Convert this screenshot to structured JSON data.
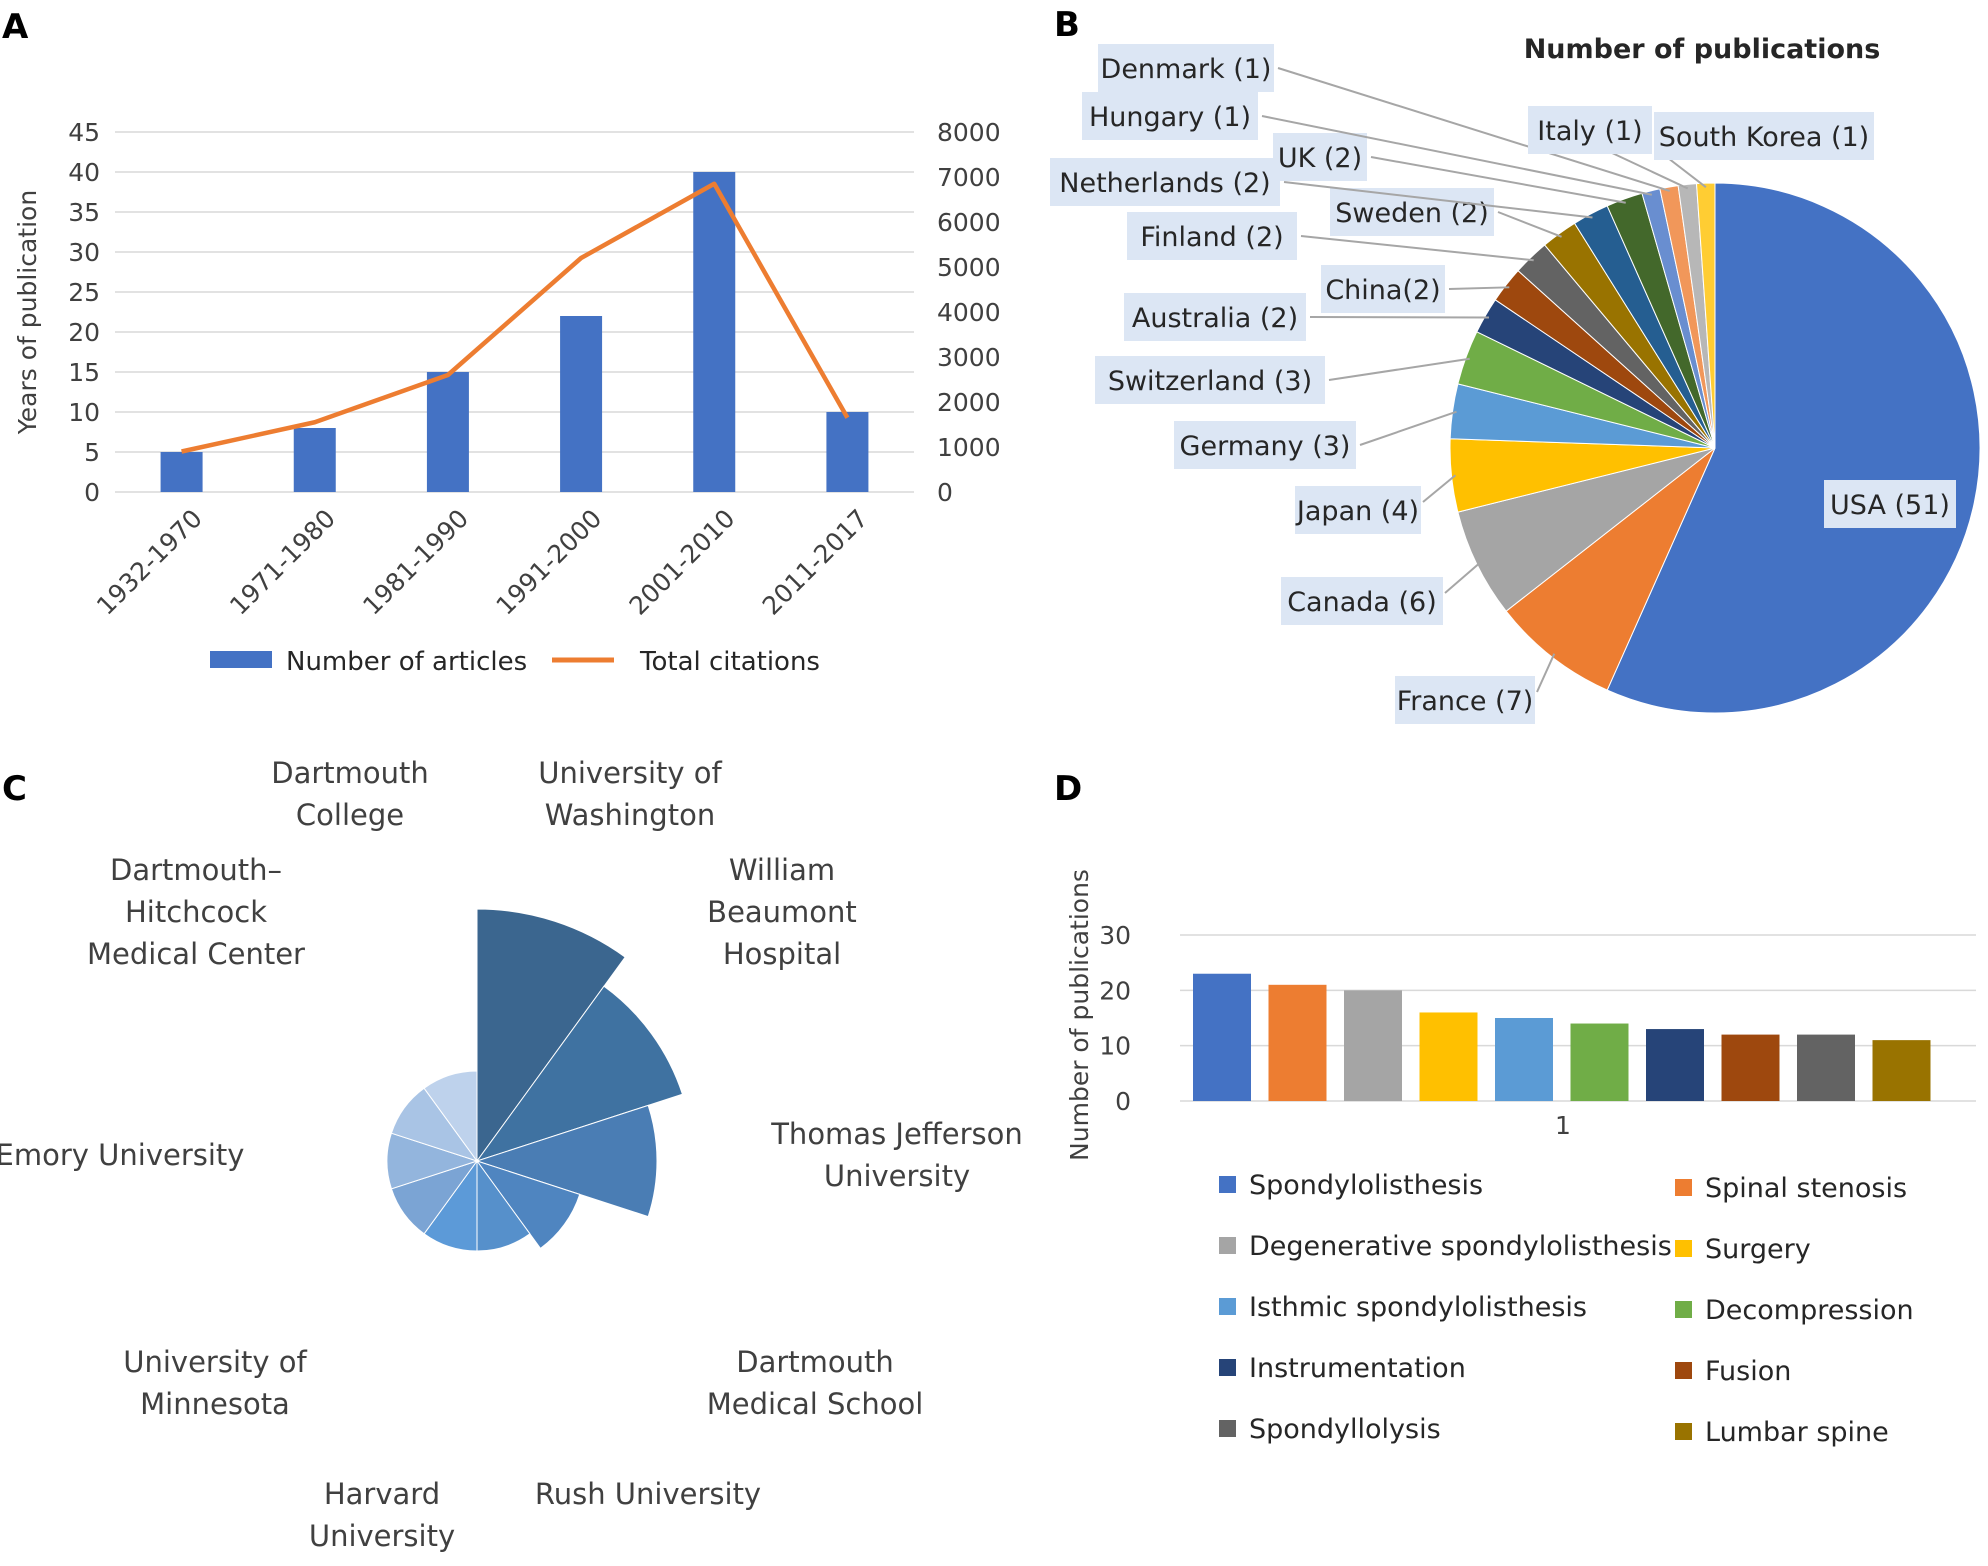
{
  "panels": {
    "a": "A",
    "b": "B",
    "c": "C",
    "d": "D"
  },
  "colors": {
    "bar_blue": "#4472C4",
    "line_orange": "#ED7D31",
    "grid": "#D9D9D9",
    "axis_text": "#404040",
    "label_box_fill": "#DCE6F4",
    "leader": "#A6A6A6"
  },
  "chart_data": [
    {
      "type": "bar",
      "panel": "A",
      "categories": [
        "1932-1970",
        "1971-1980",
        "1981-1990",
        "1991-2000",
        "2001-2010",
        "2011-2017"
      ],
      "series": [
        {
          "name": "Number of articles",
          "kind": "bar",
          "axis": "left",
          "color": "#4472C4",
          "values": [
            5,
            8,
            15,
            22,
            40,
            10
          ]
        },
        {
          "name": "Total citations",
          "kind": "line",
          "axis": "right",
          "color": "#ED7D31",
          "values": [
            900,
            1550,
            2600,
            5200,
            6850,
            1650
          ]
        }
      ],
      "ylabel": "Years of publication",
      "ylim": [
        0,
        45
      ],
      "yticks": [
        "0",
        "5",
        "10",
        "15",
        "20",
        "25",
        "30",
        "35",
        "40",
        "45"
      ],
      "y2lim": [
        0,
        8000
      ],
      "y2ticks": [
        "0",
        "1000",
        "2000",
        "3000",
        "4000",
        "5000",
        "6000",
        "7000",
        "8000"
      ],
      "grid": true,
      "legend": "bottom"
    },
    {
      "type": "pie",
      "panel": "B",
      "title": "Number of publications",
      "slices": [
        {
          "label": "USA (51)",
          "value": 51,
          "color": "#4472C4"
        },
        {
          "label": "France (7)",
          "value": 7,
          "color": "#ED7D31"
        },
        {
          "label": "Canada (6)",
          "value": 6,
          "color": "#A5A5A5"
        },
        {
          "label": "Japan (4)",
          "value": 4,
          "color": "#FFC000"
        },
        {
          "label": "Germany (3)",
          "value": 3,
          "color": "#5B9BD5"
        },
        {
          "label": "Switzerland (3)",
          "value": 3,
          "color": "#70AD47"
        },
        {
          "label": "Australia (2)",
          "value": 2,
          "color": "#264478"
        },
        {
          "label": "China(2)",
          "value": 2,
          "color": "#9E480E"
        },
        {
          "label": "Finland (2)",
          "value": 2,
          "color": "#636363"
        },
        {
          "label": "Sweden (2)",
          "value": 2,
          "color": "#997300"
        },
        {
          "label": "Netherlands (2)",
          "value": 2,
          "color": "#255E91"
        },
        {
          "label": "UK (2)",
          "value": 2,
          "color": "#43682B"
        },
        {
          "label": "Hungary (1)",
          "value": 1,
          "color": "#698ED0"
        },
        {
          "label": "Denmark (1)",
          "value": 1,
          "color": "#F1975A"
        },
        {
          "label": "Italy (1)",
          "value": 1,
          "color": "#B7B7B7"
        },
        {
          "label": "South Korea (1)",
          "value": 1,
          "color": "#FFCD33"
        }
      ]
    },
    {
      "type": "pie",
      "subtype": "rose",
      "panel": "C",
      "slices": [
        {
          "label": "University of Washington",
          "value": 7,
          "color": "#3B668F"
        },
        {
          "label": "William Beaumont Hospital",
          "value": 6,
          "color": "#3F72A1"
        },
        {
          "label": "Thomas Jefferson University",
          "value": 5,
          "color": "#4A7DB4"
        },
        {
          "label": "Dartmouth Medical School",
          "value": 3,
          "color": "#4F85C0"
        },
        {
          "label": "Rush University",
          "value": 2.5,
          "color": "#5690CB"
        },
        {
          "label": "Harvard University",
          "value": 2.5,
          "color": "#5C9AD8"
        },
        {
          "label": "University of Minnesota",
          "value": 2.5,
          "color": "#7BA4D4"
        },
        {
          "label": "Emory University",
          "value": 2.5,
          "color": "#93B5DD"
        },
        {
          "label": "Dartmouth–Hitchcock Medical Center",
          "value": 2.5,
          "color": "#A9C4E5"
        },
        {
          "label": "Dartmouth College",
          "value": 2.5,
          "color": "#BED2EC"
        }
      ],
      "label_lines": [
        [
          "Dartmouth",
          "College"
        ],
        [
          "University of",
          "Washington"
        ],
        [
          "Dartmouth–",
          "Hitchcock",
          "Medical Center"
        ],
        [
          "William",
          "Beaumont",
          "Hospital"
        ],
        [
          "Emory University"
        ],
        [
          "Thomas Jefferson",
          "University"
        ],
        [
          "University of",
          "Minnesota"
        ],
        [
          "Dartmouth",
          "Medical School"
        ],
        [
          "Harvard",
          "University"
        ],
        [
          "Rush University"
        ]
      ]
    },
    {
      "type": "bar",
      "panel": "D",
      "categories": [
        "1"
      ],
      "series": [
        {
          "name": "Spondylolisthesis",
          "values": [
            23
          ],
          "color": "#4472C4"
        },
        {
          "name": "Spinal stenosis",
          "values": [
            21
          ],
          "color": "#ED7D31"
        },
        {
          "name": "Degenerative spondylolisthesis",
          "values": [
            20
          ],
          "color": "#A5A5A5"
        },
        {
          "name": "Surgery",
          "values": [
            16
          ],
          "color": "#FFC000"
        },
        {
          "name": "Isthmic spondylolisthesis",
          "values": [
            15
          ],
          "color": "#5B9BD5"
        },
        {
          "name": "Decompression",
          "values": [
            14
          ],
          "color": "#70AD47"
        },
        {
          "name": "Instrumentation",
          "values": [
            13
          ],
          "color": "#264478"
        },
        {
          "name": "Fusion",
          "values": [
            12
          ],
          "color": "#9E480E"
        },
        {
          "name": "Spondyllolysis",
          "values": [
            12
          ],
          "color": "#636363"
        },
        {
          "name": "Lumbar spine",
          "values": [
            11
          ],
          "color": "#997300"
        }
      ],
      "ylabel": "Number of publications",
      "ylim": [
        0,
        30
      ],
      "yticks": [
        "0",
        "10",
        "20",
        "30"
      ],
      "grid": true,
      "legend": "bottom"
    }
  ]
}
